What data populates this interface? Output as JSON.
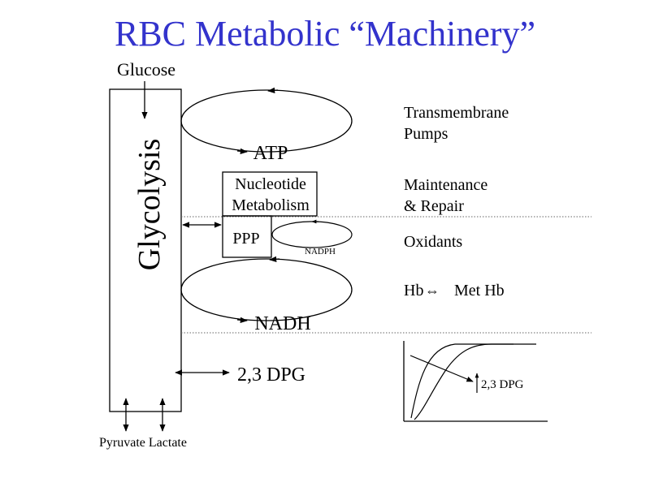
{
  "title": "RBC Metabolic “Machinery”",
  "labels": {
    "glucose": "Glucose",
    "glycolysis": "Glycolysis",
    "atp": "ATP",
    "nucleotide_line1": "Nucleotide",
    "nucleotide_line2": "Metabolism",
    "ppp": "PPP",
    "nadph": "NADPH",
    "nadh": "NADH",
    "dpg": "2,3 DPG",
    "pyruvate_lactate": "Pyruvate Lactate"
  },
  "right_labels": {
    "pumps_line1": "Transmembrane",
    "pumps_line2": "Pumps",
    "maint_line1": "Maintenance",
    "maint_line2": "& Repair",
    "oxidants": "Oxidants",
    "hb_left": "Hb",
    "hb_symbol": "⇔",
    "hb_right": "Met Hb",
    "curve_dpg": "2,3 DPG"
  },
  "colors": {
    "title": "#3333cc",
    "ink": "#000000",
    "divider": "#666666"
  }
}
